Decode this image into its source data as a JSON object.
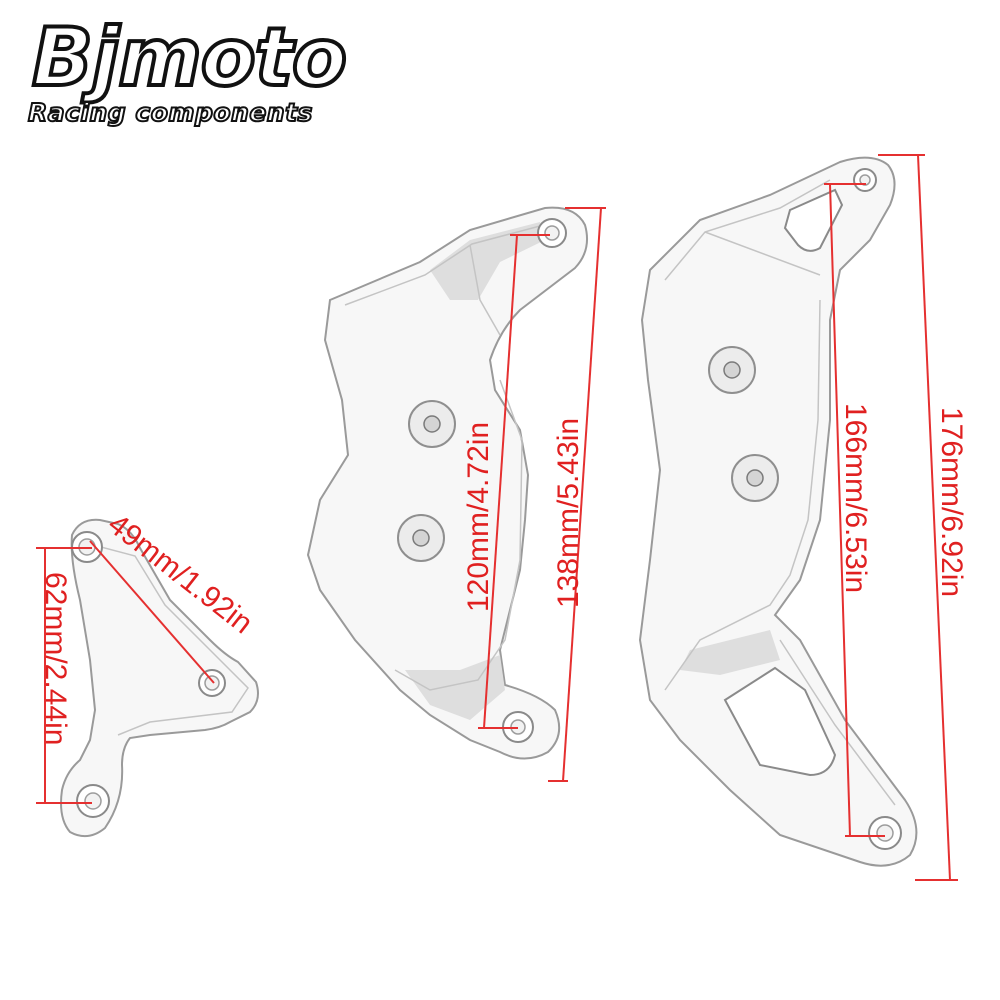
{
  "brand": {
    "name": "Bjmoto",
    "tagline": "Racing components"
  },
  "dimensions": {
    "small_width": "49mm/1.92in",
    "small_height": "62mm/2.44in",
    "middle_inner": "120mm/4.72in",
    "middle_outer": "138mm/5.43in",
    "large_inner": "166mm/6.53in",
    "large_outer": "176mm/6.92in"
  },
  "colors": {
    "dimension_lines": "#e53030",
    "part_fill": "#f7f7f7",
    "part_outline": "#9a9a9a"
  }
}
